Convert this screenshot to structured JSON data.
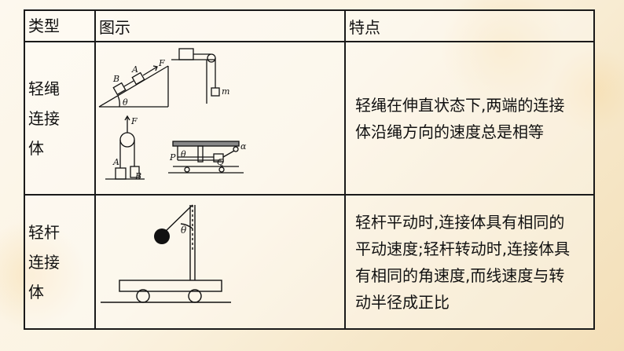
{
  "table": {
    "headers": [
      "类型",
      "图示",
      "特点"
    ],
    "rows": [
      {
        "type_lines": [
          "轻绳",
          "连接",
          "体"
        ],
        "feature_lines": [
          "轻绳在伸直状态下,两端的连接",
          "体沿绳方向的速度总是相等"
        ],
        "figure_labels": [
          "B",
          "A",
          "F",
          "θ",
          "m",
          "F",
          "A",
          "B",
          "P",
          "θ",
          "Q",
          "α"
        ]
      },
      {
        "type_lines": [
          "轻杆",
          "连接",
          "体"
        ],
        "feature_lines": [
          "轻杆平动时,连接体具有相同的",
          "平动速度;轻杆转动时,连接体具",
          "有相同的角速度,而线速度与转",
          "动半径成正比"
        ],
        "figure_labels": [
          "θ"
        ]
      }
    ]
  }
}
